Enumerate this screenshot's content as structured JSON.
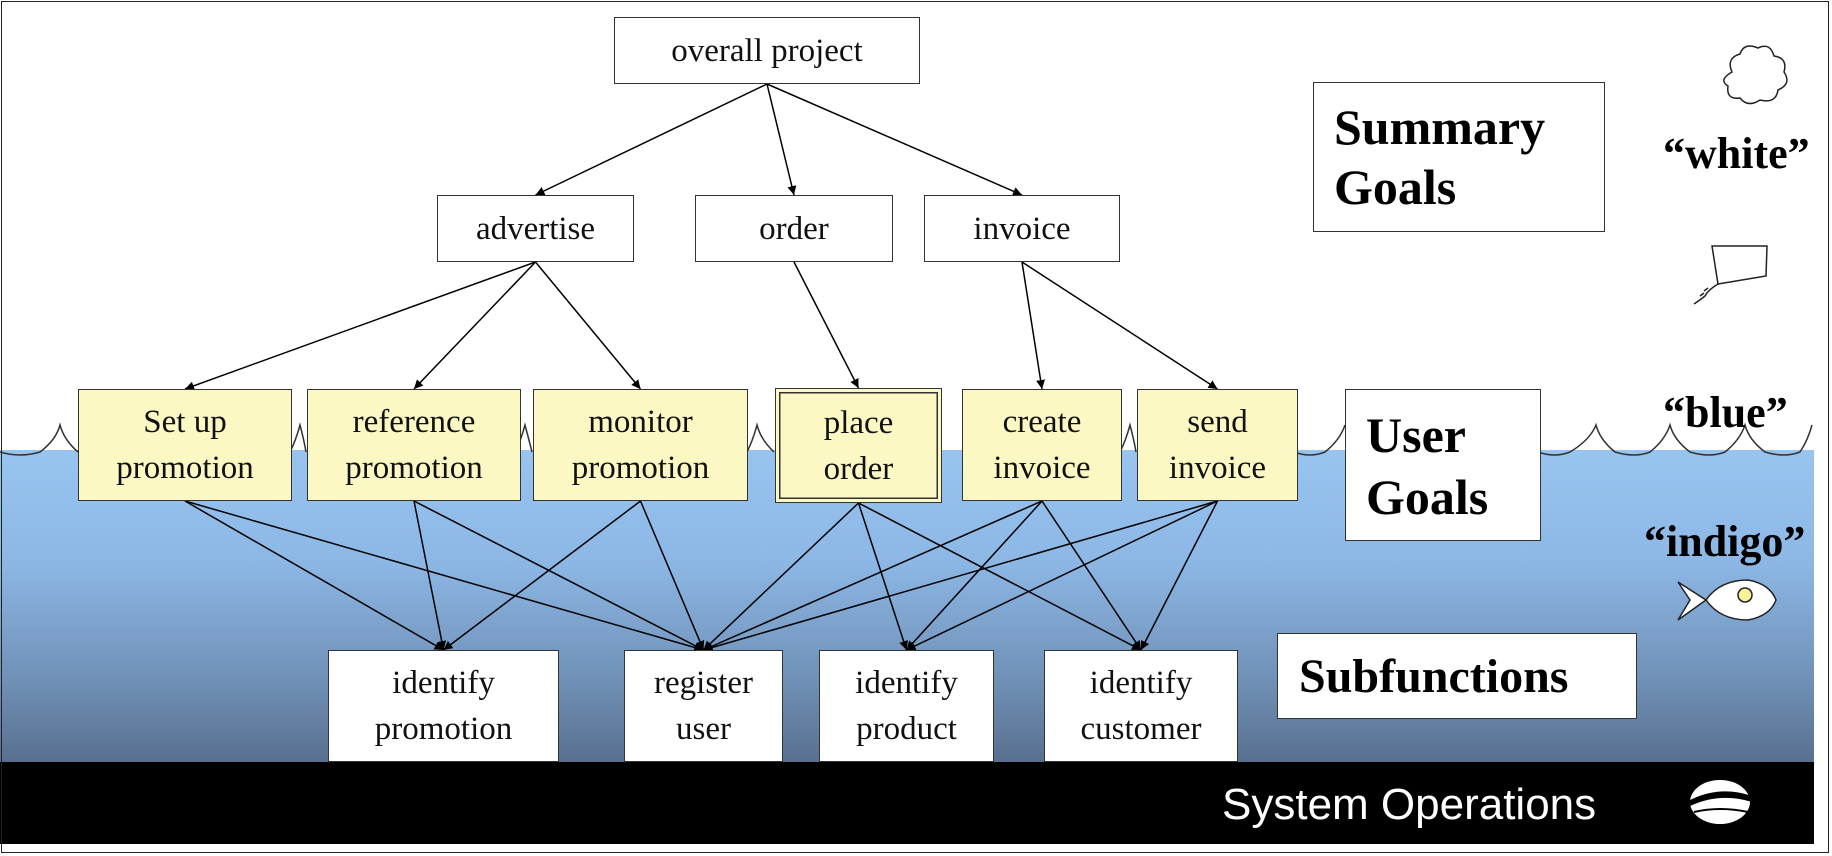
{
  "diagram": {
    "nodes": {
      "overall_project": "overall project",
      "advertise": "advertise",
      "order": "order",
      "invoice": "invoice",
      "set_up_promotion": "Set up\npromotion",
      "reference_promotion": "reference\npromotion",
      "monitor_promotion": "monitor\npromotion",
      "place_order": "place\norder",
      "create_invoice": "create\ninvoice",
      "send_invoice": "send\ninvoice",
      "identify_promotion": "identify\npromotion",
      "register_user": "register\nuser",
      "identify_product": "identify\nproduct",
      "identify_customer": "identify\ncustomer"
    },
    "edges": [
      [
        "overall_project",
        "advertise"
      ],
      [
        "overall_project",
        "order"
      ],
      [
        "overall_project",
        "invoice"
      ],
      [
        "advertise",
        "set_up_promotion"
      ],
      [
        "advertise",
        "reference_promotion"
      ],
      [
        "advertise",
        "monitor_promotion"
      ],
      [
        "order",
        "place_order"
      ],
      [
        "invoice",
        "create_invoice"
      ],
      [
        "invoice",
        "send_invoice"
      ],
      [
        "set_up_promotion",
        "identify_promotion"
      ],
      [
        "set_up_promotion",
        "register_user"
      ],
      [
        "reference_promotion",
        "identify_promotion"
      ],
      [
        "reference_promotion",
        "register_user"
      ],
      [
        "monitor_promotion",
        "identify_promotion"
      ],
      [
        "monitor_promotion",
        "register_user"
      ],
      [
        "place_order",
        "register_user"
      ],
      [
        "place_order",
        "identify_product"
      ],
      [
        "place_order",
        "identify_customer"
      ],
      [
        "create_invoice",
        "register_user"
      ],
      [
        "create_invoice",
        "identify_product"
      ],
      [
        "create_invoice",
        "identify_customer"
      ],
      [
        "send_invoice",
        "register_user"
      ],
      [
        "send_invoice",
        "identify_product"
      ],
      [
        "send_invoice",
        "identify_customer"
      ]
    ]
  },
  "levels": {
    "summary_goals": "Summary\nGoals",
    "user_goals": "User\nGoals",
    "subfunctions": "Subfunctions",
    "system_operations": "System Operations"
  },
  "color_tags": {
    "white": "“white”",
    "blue": "“blue”",
    "indigo": "“indigo”"
  },
  "icons": [
    "cloud-icon",
    "kite-icon",
    "fish-icon",
    "clam-icon"
  ],
  "colors": {
    "user_goal_fill": "#fbf8c4",
    "sea_top": "#98c4f0",
    "sea_bottom": "#58708f",
    "band": "#000000"
  }
}
